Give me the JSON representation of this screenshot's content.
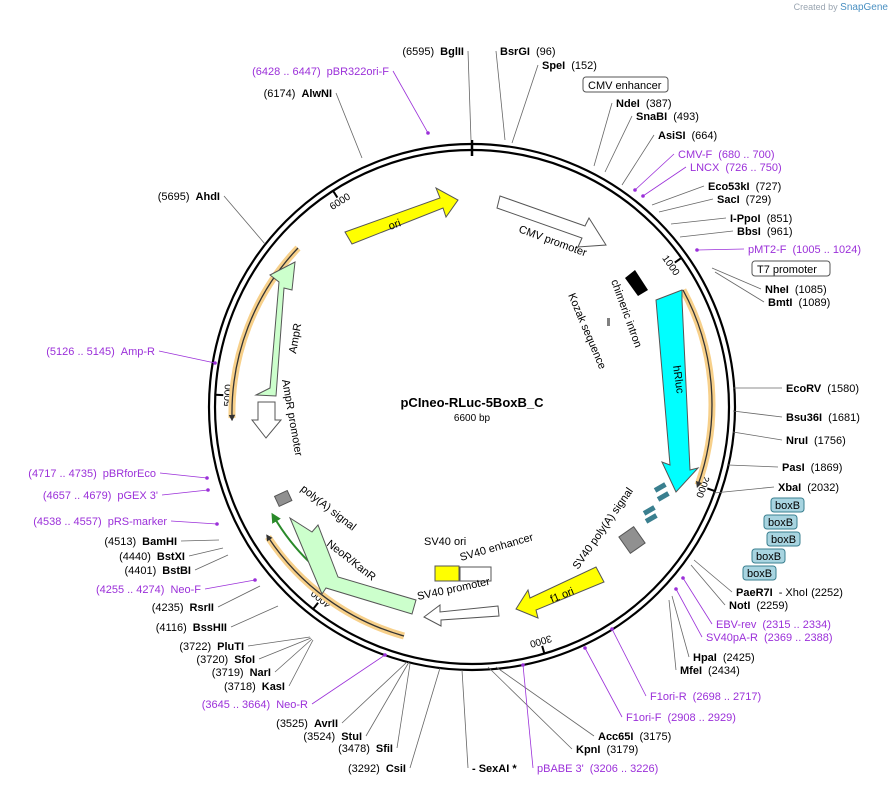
{
  "credit": {
    "prefix": "Created by",
    "brand": "SnapGene"
  },
  "plasmid": {
    "name": "pCIneo-RLuc-5BoxB_C",
    "length_label": "6600 bp",
    "length": 6600
  },
  "ticks": [
    "1000",
    "2000",
    "3000",
    "4000",
    "5000",
    "6000"
  ],
  "features": [
    {
      "label": "CMV promoter",
      "color": "#ffffff"
    },
    {
      "label": "chimeric intron",
      "color": "#000000"
    },
    {
      "label": "Kozak sequence",
      "color": "#808080"
    },
    {
      "label": "hRluc",
      "color": "#00ffff"
    },
    {
      "label": "SV40 poly(A) signal",
      "color": "#808080"
    },
    {
      "label": "f1 ori",
      "color": "#ffff00"
    },
    {
      "label": "SV40 promoter",
      "color": "#ffffff"
    },
    {
      "label": "SV40 enhancer",
      "color": "#ffffff"
    },
    {
      "label": "SV40 ori",
      "color": "#ffff00"
    },
    {
      "label": "NeoR/KanR",
      "color": "#ccffcc"
    },
    {
      "label": "poly(A) signal",
      "color": "#808080"
    },
    {
      "label": "AmpR",
      "color": "#ccffcc"
    },
    {
      "label": "AmpR promoter",
      "color": "#ffffff"
    },
    {
      "label": "ori",
      "color": "#ffff00"
    }
  ],
  "boxed_labels": {
    "cmv_enhancer": "CMV enhancer",
    "t7_promoter": "T7 promoter",
    "boxb": [
      "boxB",
      "boxB",
      "boxB",
      "boxB",
      "boxB"
    ]
  },
  "right_labels": [
    {
      "kind": "enzyme",
      "name": "BsrGI",
      "pos": "(96)"
    },
    {
      "kind": "enzyme",
      "name": "SpeI",
      "pos": "(152)"
    },
    {
      "kind": "enzyme",
      "name": "NdeI",
      "pos": "(387)"
    },
    {
      "kind": "enzyme",
      "name": "SnaBI",
      "pos": "(493)"
    },
    {
      "kind": "enzyme",
      "name": "AsiSI",
      "pos": "(664)"
    },
    {
      "kind": "primer",
      "name": "CMV-F",
      "pos": "(680 .. 700)"
    },
    {
      "kind": "primer",
      "name": "LNCX",
      "pos": "(726 .. 750)"
    },
    {
      "kind": "enzyme",
      "name": "Eco53kI",
      "pos": "(727)"
    },
    {
      "kind": "enzyme",
      "name": "SacI",
      "pos": "(729)"
    },
    {
      "kind": "enzyme",
      "name": "I-PpoI",
      "pos": "(851)"
    },
    {
      "kind": "enzyme",
      "name": "BbsI",
      "pos": "(961)"
    },
    {
      "kind": "primer",
      "name": "pMT2-F",
      "pos": "(1005 .. 1024)"
    },
    {
      "kind": "enzyme",
      "name": "NheI",
      "pos": "(1085)"
    },
    {
      "kind": "enzyme",
      "name": "BmtI",
      "pos": "(1089)"
    },
    {
      "kind": "enzyme",
      "name": "EcoRV",
      "pos": "(1580)"
    },
    {
      "kind": "enzyme",
      "name": "Bsu36I",
      "pos": "(1681)"
    },
    {
      "kind": "enzyme",
      "name": "NruI",
      "pos": "(1756)"
    },
    {
      "kind": "enzyme",
      "name": "PasI",
      "pos": "(1869)"
    },
    {
      "kind": "enzyme",
      "name": "XbaI",
      "pos": "(2032)"
    },
    {
      "kind": "enzyme",
      "name": "PaeR7I",
      "pos": "- XhoI  (2252)"
    },
    {
      "kind": "enzyme",
      "name": "NotI",
      "pos": "(2259)"
    },
    {
      "kind": "primer",
      "name": "EBV-rev",
      "pos": "(2315 .. 2334)"
    },
    {
      "kind": "primer",
      "name": "SV40pA-R",
      "pos": "(2369 .. 2388)"
    },
    {
      "kind": "enzyme",
      "name": "HpaI",
      "pos": "(2425)"
    },
    {
      "kind": "enzyme",
      "name": "MfeI",
      "pos": "(2434)"
    },
    {
      "kind": "primer",
      "name": "F1ori-R",
      "pos": "(2698 .. 2717)"
    },
    {
      "kind": "primer",
      "name": "F1ori-F",
      "pos": "(2908 .. 2929)"
    },
    {
      "kind": "enzyme",
      "name": "Acc65I",
      "pos": "(3175)"
    },
    {
      "kind": "enzyme",
      "name": "KpnI",
      "pos": "(3179)"
    },
    {
      "kind": "primer",
      "name": "pBABE 3'",
      "pos": "(3206 .. 3226)"
    }
  ],
  "left_labels": [
    {
      "kind": "enzyme",
      "name": "BglII",
      "pos": "(6595)"
    },
    {
      "kind": "primer",
      "name": "pBR322ori-F",
      "pos": "(6428 .. 6447)"
    },
    {
      "kind": "enzyme",
      "name": "AlwNI",
      "pos": "(6174)"
    },
    {
      "kind": "enzyme",
      "name": "AhdI",
      "pos": "(5695)"
    },
    {
      "kind": "primer",
      "name": "Amp-R",
      "pos": "(5126 .. 5145)"
    },
    {
      "kind": "primer",
      "name": "pBRforEco",
      "pos": "(4717 .. 4735)"
    },
    {
      "kind": "primer",
      "name": "pGEX 3'",
      "pos": "(4657 .. 4679)"
    },
    {
      "kind": "primer",
      "name": "pRS-marker",
      "pos": "(4538 .. 4557)"
    },
    {
      "kind": "enzyme",
      "name": "BamHI",
      "pos": "(4513)"
    },
    {
      "kind": "enzyme",
      "name": "BstXI",
      "pos": "(4440)"
    },
    {
      "kind": "enzyme",
      "name": "BstBI",
      "pos": "(4401)"
    },
    {
      "kind": "primer",
      "name": "Neo-F",
      "pos": "(4255 .. 4274)"
    },
    {
      "kind": "enzyme",
      "name": "RsrII",
      "pos": "(4235)"
    },
    {
      "kind": "enzyme",
      "name": "BssHII",
      "pos": "(4116)"
    },
    {
      "kind": "enzyme",
      "name": "PluTI",
      "pos": "(3722)"
    },
    {
      "kind": "enzyme",
      "name": "SfoI",
      "pos": "(3720)"
    },
    {
      "kind": "enzyme",
      "name": "NarI",
      "pos": "(3719)"
    },
    {
      "kind": "enzyme",
      "name": "KasI",
      "pos": "(3718)"
    },
    {
      "kind": "primer",
      "name": "Neo-R",
      "pos": "(3645 .. 3664)"
    },
    {
      "kind": "enzyme",
      "name": "AvrII",
      "pos": "(3525)"
    },
    {
      "kind": "enzyme",
      "name": "StuI",
      "pos": "(3524)"
    },
    {
      "kind": "enzyme",
      "name": "SfiI",
      "pos": "(3478)"
    },
    {
      "kind": "enzyme",
      "name": "CsiI",
      "pos": "(3292)"
    },
    {
      "kind": "enzyme",
      "name": "- SexAI *",
      "pos": ""
    }
  ],
  "colors": {
    "enzyme": "#000000",
    "primer": "#9b30d9",
    "orf_orange": "#f0a030",
    "boxb_fill": "#a8d4e0",
    "boxb_border": "#3a7f8f"
  }
}
